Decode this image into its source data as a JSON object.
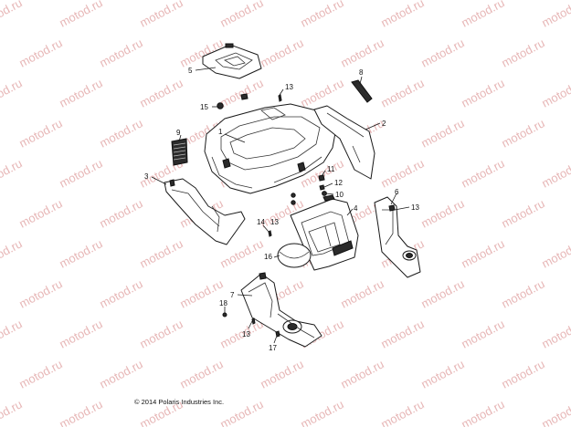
{
  "watermark": {
    "text": "motod.ru",
    "color": "#e7b7b7"
  },
  "callouts": [
    {
      "id": "c1",
      "label": "1"
    },
    {
      "id": "c2",
      "label": "2"
    },
    {
      "id": "c3",
      "label": "3"
    },
    {
      "id": "c4",
      "label": "4"
    },
    {
      "id": "c5",
      "label": "5"
    },
    {
      "id": "c6",
      "label": "6"
    },
    {
      "id": "c7",
      "label": "7"
    },
    {
      "id": "c8",
      "label": "8"
    },
    {
      "id": "c9",
      "label": "9"
    },
    {
      "id": "c10",
      "label": "10"
    },
    {
      "id": "c11",
      "label": "11"
    },
    {
      "id": "c12",
      "label": "12"
    },
    {
      "id": "c13a",
      "label": "13"
    },
    {
      "id": "c13b",
      "label": "13"
    },
    {
      "id": "c13c",
      "label": "13"
    },
    {
      "id": "c13d",
      "label": "13"
    },
    {
      "id": "c14",
      "label": "14"
    },
    {
      "id": "c15",
      "label": "15"
    },
    {
      "id": "c16",
      "label": "16"
    },
    {
      "id": "c17",
      "label": "17"
    },
    {
      "id": "c18",
      "label": "18"
    }
  ],
  "copyright": "© 2014 Polaris Industries Inc."
}
